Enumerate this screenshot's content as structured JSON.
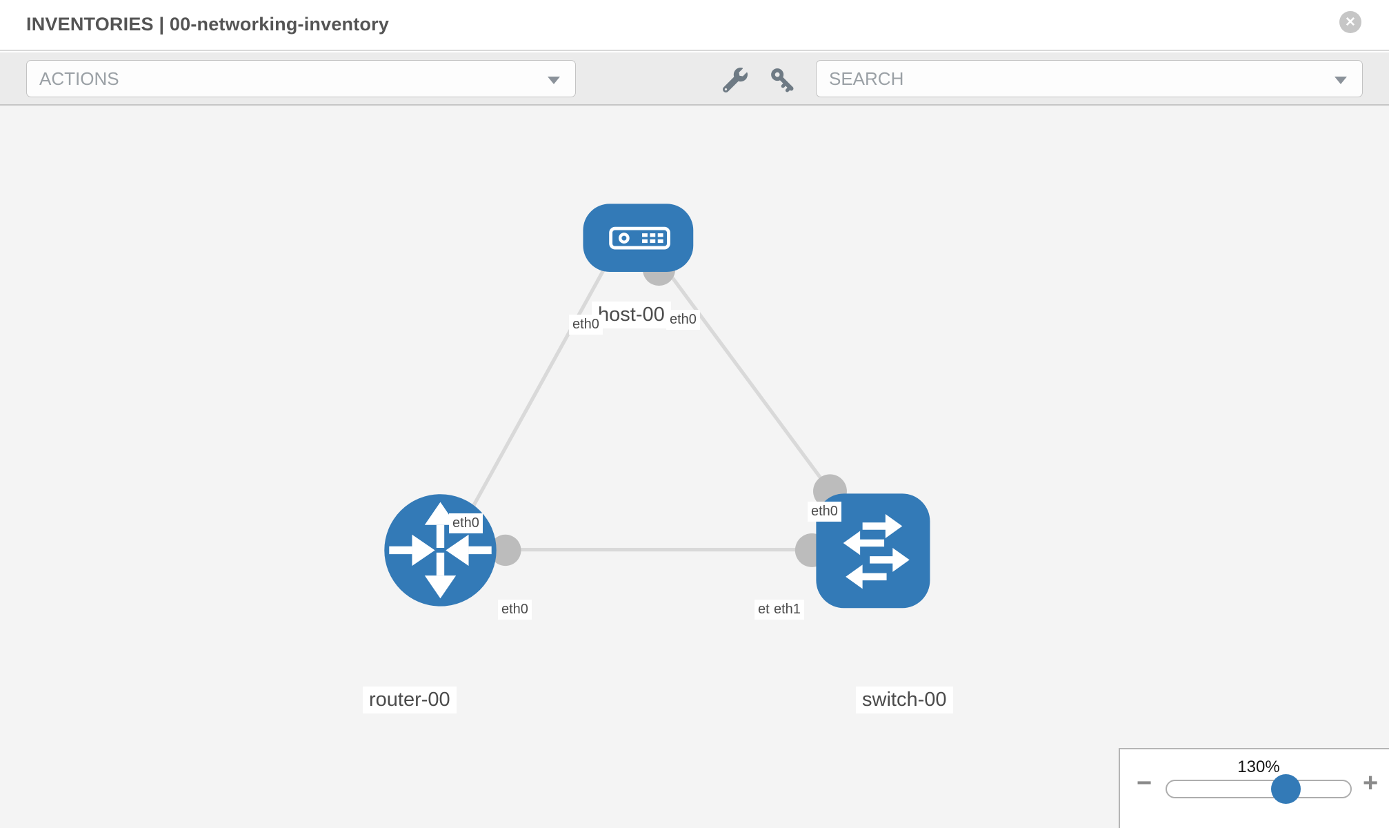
{
  "header": {
    "title": "INVENTORIES | 00-networking-inventory",
    "close_label": "✕"
  },
  "toolbar": {
    "actions_label": "ACTIONS",
    "search_label": "SEARCH",
    "icons": [
      "wrench-icon",
      "key-icon"
    ]
  },
  "canvas": {
    "nodes": [
      {
        "id": "host-00",
        "label": "host-00",
        "type": "host"
      },
      {
        "id": "router-00",
        "label": "router-00",
        "type": "router"
      },
      {
        "id": "switch-00",
        "label": "switch-00",
        "type": "switch"
      }
    ],
    "links": [
      {
        "source": "host-00",
        "target": "router-00",
        "source_interface": "eth0",
        "target_interface": "eth0"
      },
      {
        "source": "host-00",
        "target": "switch-00",
        "source_interface": "eth0",
        "target_interface": "eth0"
      },
      {
        "source": "router-00",
        "target": "switch-00",
        "source_interface": "eth0",
        "target_interface": "eth1"
      }
    ],
    "interface_chips": [
      {
        "text": "eth0"
      },
      {
        "text": "eth0"
      },
      {
        "text": "eth0"
      },
      {
        "text": "eth0"
      },
      {
        "text": "eth0"
      },
      {
        "text": "eth0"
      },
      {
        "text": "eth1"
      }
    ]
  },
  "zoom_control": {
    "level": "130%",
    "percent": 130,
    "minus_label": "−",
    "plus_label": "+"
  },
  "colors": {
    "node_blue": "#337ab7",
    "edge_gray": "#d9d9d9",
    "connector_gray": "#bcbcbc",
    "canvas_bg": "#f4f4f4",
    "toolbar_bg": "#ebebeb",
    "icon_gray": "#6e7a84"
  }
}
